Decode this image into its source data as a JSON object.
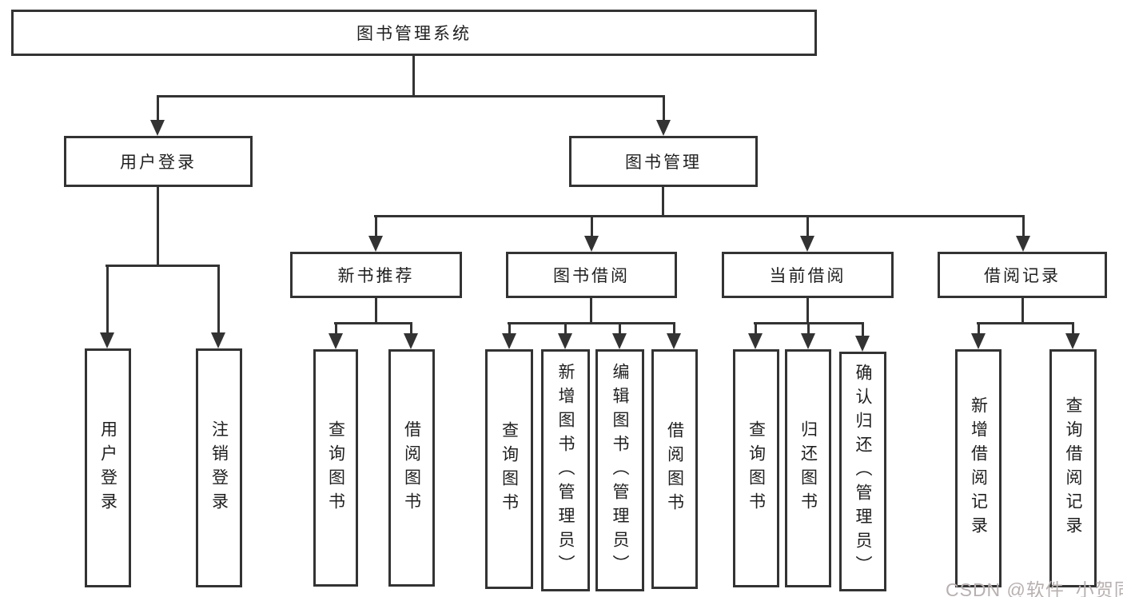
{
  "diagram_title": "图书管理系统",
  "tree": {
    "root": {
      "label": "图书管理系统"
    },
    "login": {
      "label": "用户登录",
      "children": [
        {
          "label": "用户登录"
        },
        {
          "label": "注销登录"
        }
      ]
    },
    "management": {
      "label": "图书管理",
      "sections": [
        {
          "label": "新书推荐",
          "children": [
            {
              "label": "查询图书"
            },
            {
              "label": "借阅图书"
            }
          ]
        },
        {
          "label": "图书借阅",
          "children": [
            {
              "label": "查询图书"
            },
            {
              "label": "新增图书（管理员）"
            },
            {
              "label": "编辑图书（管理员）"
            },
            {
              "label": "借阅图书"
            }
          ]
        },
        {
          "label": "当前借阅",
          "children": [
            {
              "label": "查询图书"
            },
            {
              "label": "归还图书"
            },
            {
              "label": "确认归还（管理员）"
            }
          ]
        },
        {
          "label": "借阅记录",
          "children": [
            {
              "label": "新增借阅记录"
            },
            {
              "label": "查询借阅记录"
            }
          ]
        }
      ]
    }
  },
  "watermark": {
    "text": "CSDN @软件_小贺同学",
    "color": "#b8b0b0"
  },
  "colors": {
    "line": "#333333",
    "text": "#1f1f1f",
    "background": "#ffffff"
  }
}
